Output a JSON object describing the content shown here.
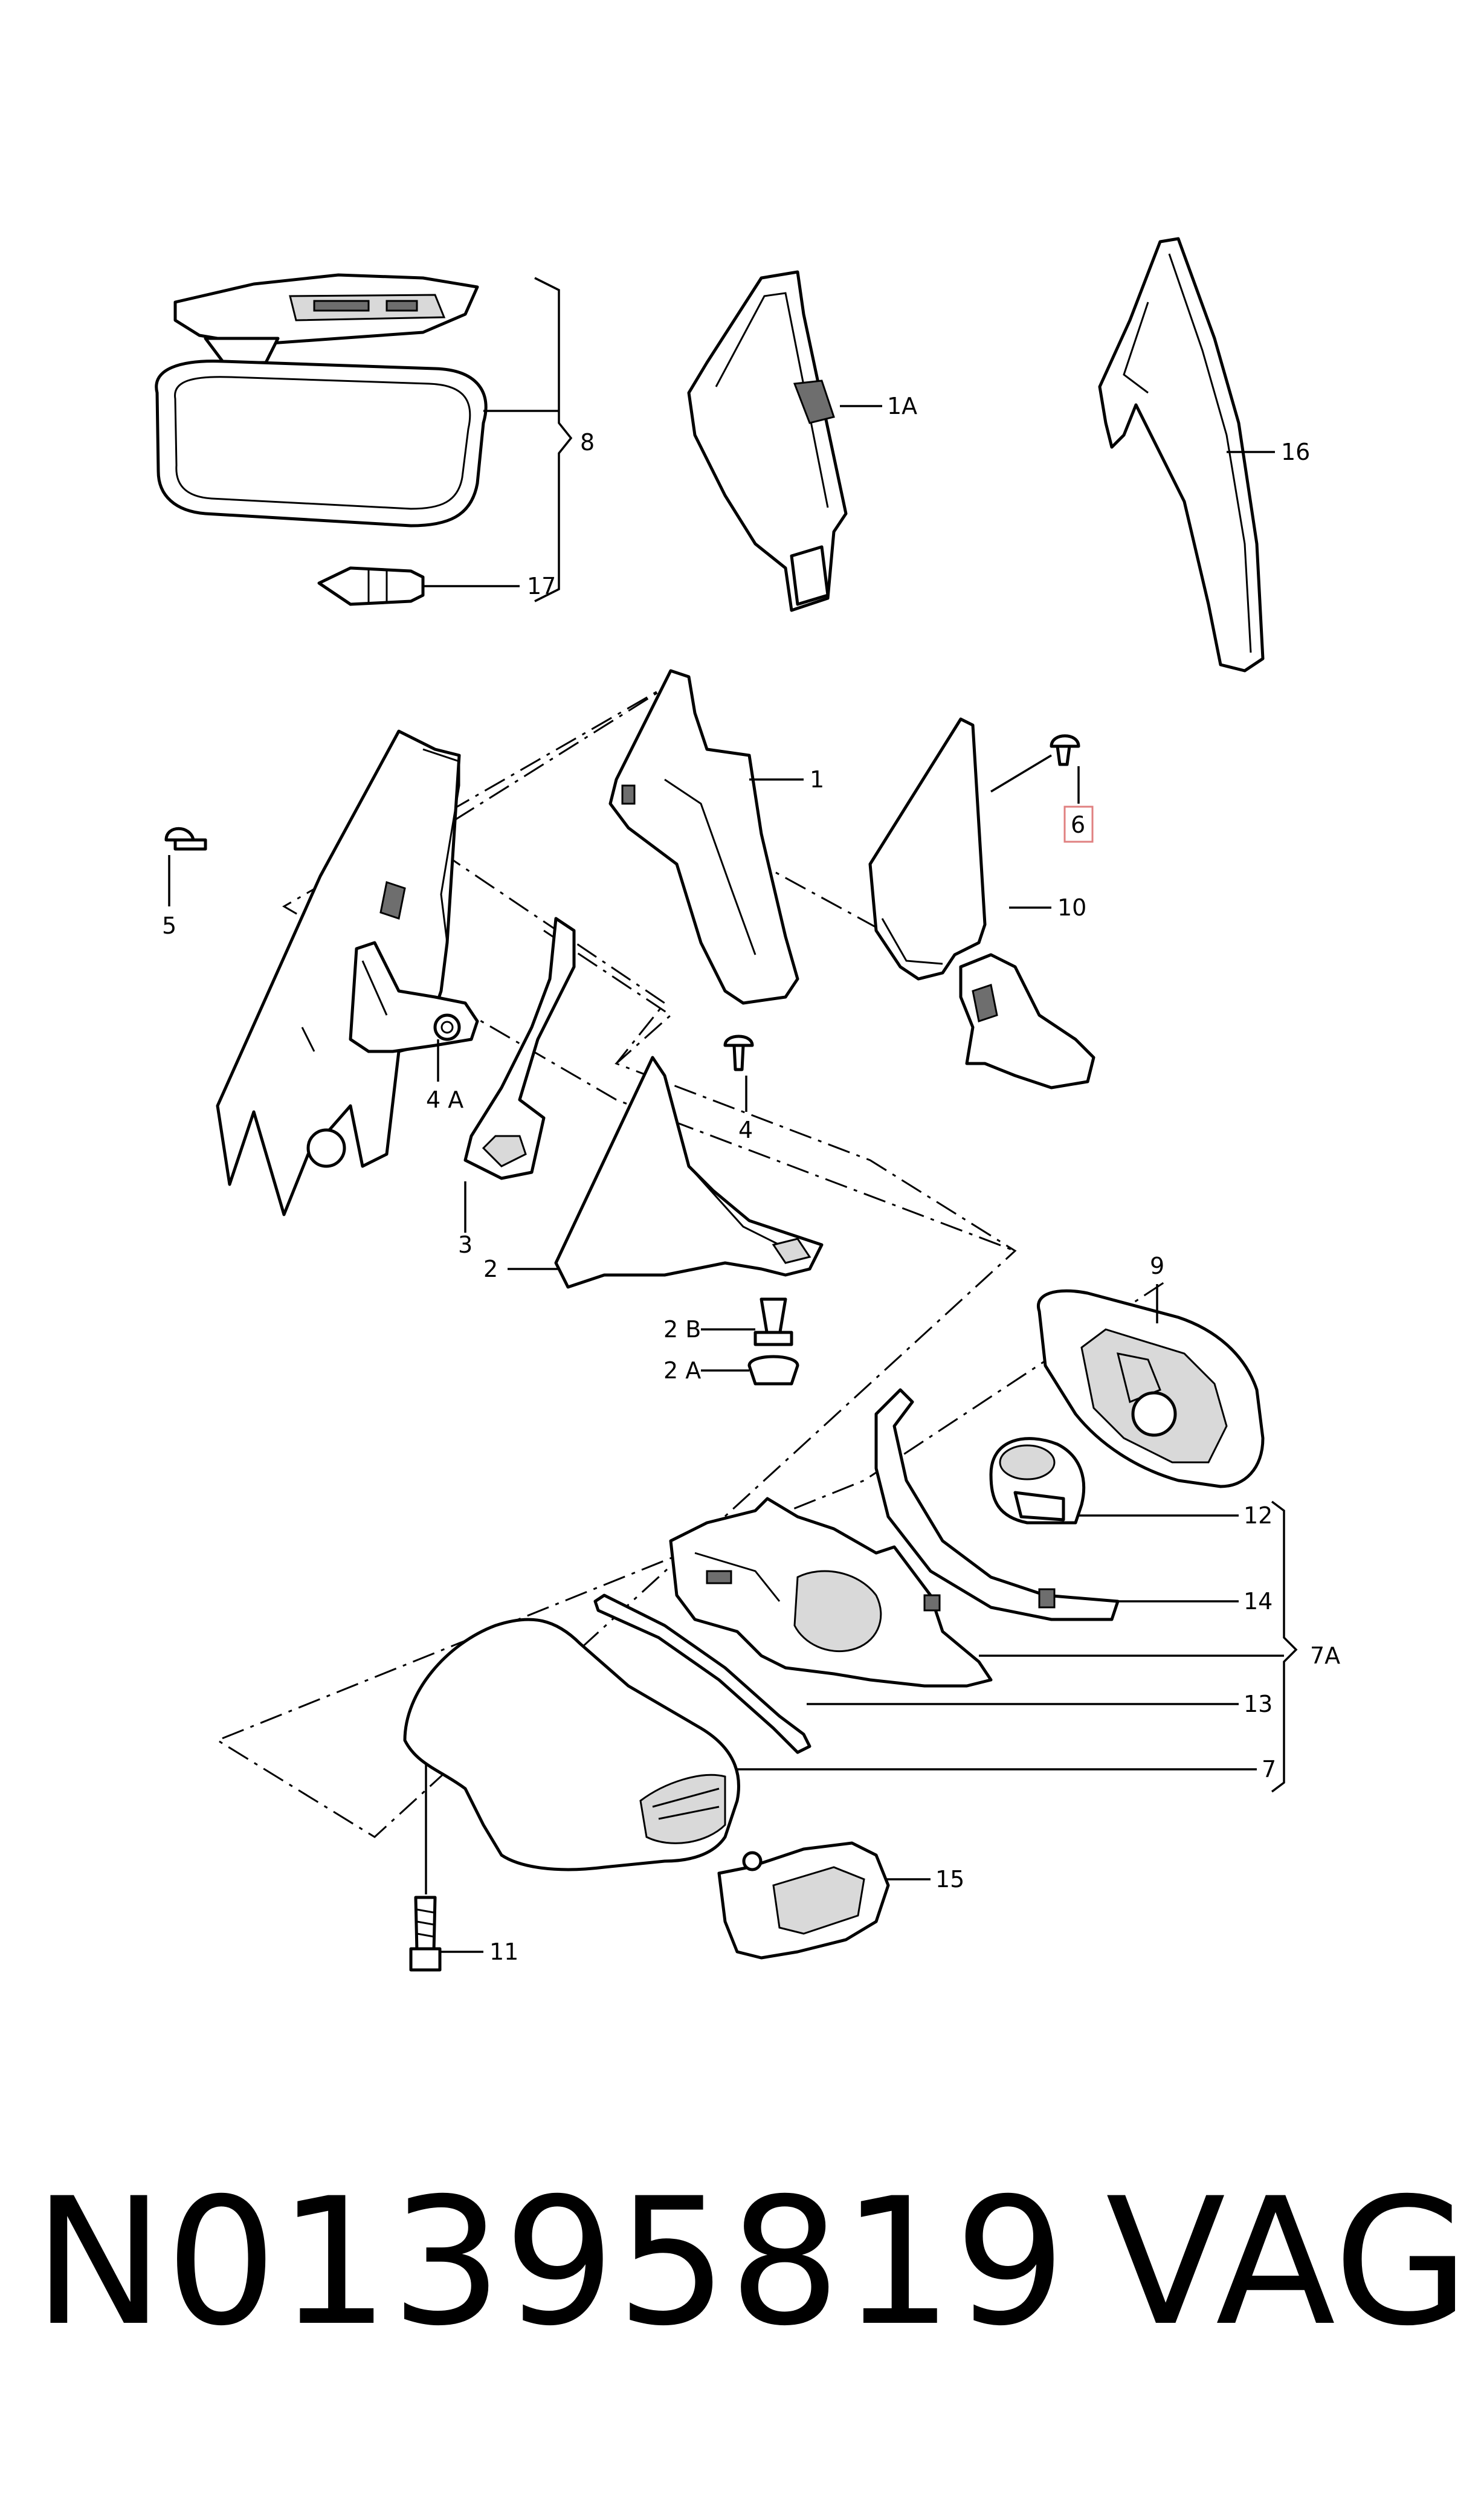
{
  "labels": {
    "l8": "8",
    "l17": "17",
    "l1a": "1A",
    "l16": "16",
    "l1": "1",
    "l6": "6",
    "l10": "10",
    "l5": "5",
    "l4a": "4 A",
    "l4": "4",
    "l3": "3",
    "l2": "2",
    "l2b": "2 B",
    "l2a": "2 A",
    "l9": "9",
    "l12": "12",
    "l14": "14",
    "l7a": "7A",
    "l13": "13",
    "l7": "7",
    "l15": "15",
    "l11": "11"
  },
  "highlight_color": "#e08080",
  "footer": {
    "part_number": "N01395819",
    "brand": "VAG"
  }
}
